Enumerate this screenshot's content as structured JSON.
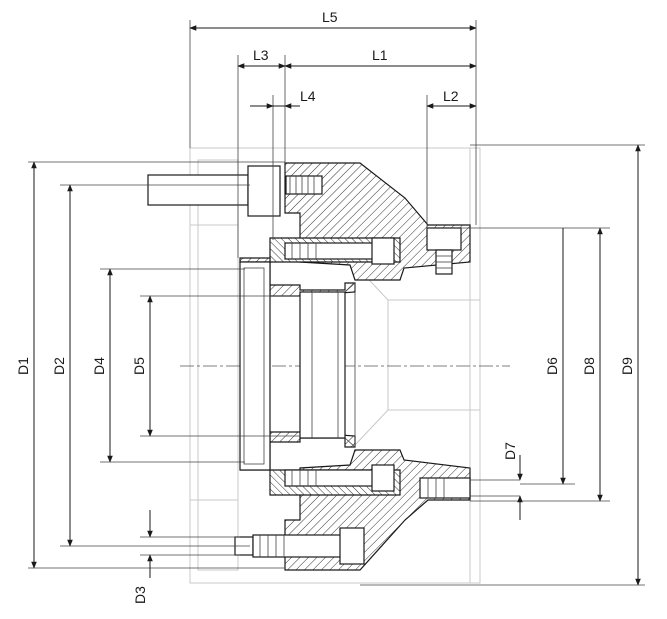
{
  "labels": {
    "l5": "L5",
    "l3": "L3",
    "l1": "L1",
    "l4": "L4",
    "l2": "L2",
    "d1": "D1",
    "d2": "D2",
    "d4": "D4",
    "d5": "D5",
    "d6": "D6",
    "d7": "D7",
    "d8": "D8",
    "d9": "D9",
    "d3": "D3"
  }
}
